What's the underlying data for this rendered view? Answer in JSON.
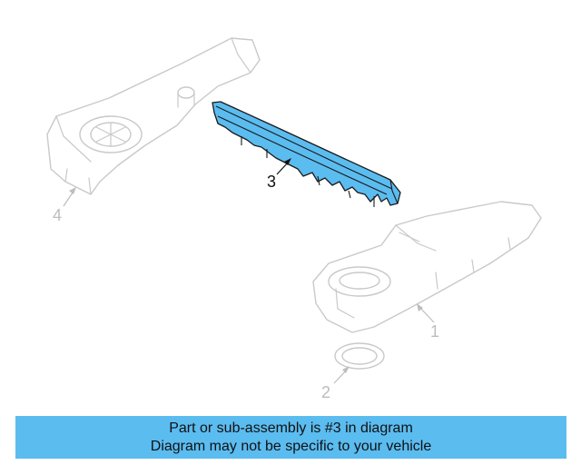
{
  "callouts": {
    "c1": "1",
    "c2": "2",
    "c3": "3",
    "c4": "4"
  },
  "banner": {
    "line1": "Part or sub-assembly is #3 in diagram",
    "line2": "Diagram may not be specific to your vehicle"
  },
  "colors": {
    "highlight": "#5bbcf0",
    "ghost": "#c9c9c9"
  }
}
